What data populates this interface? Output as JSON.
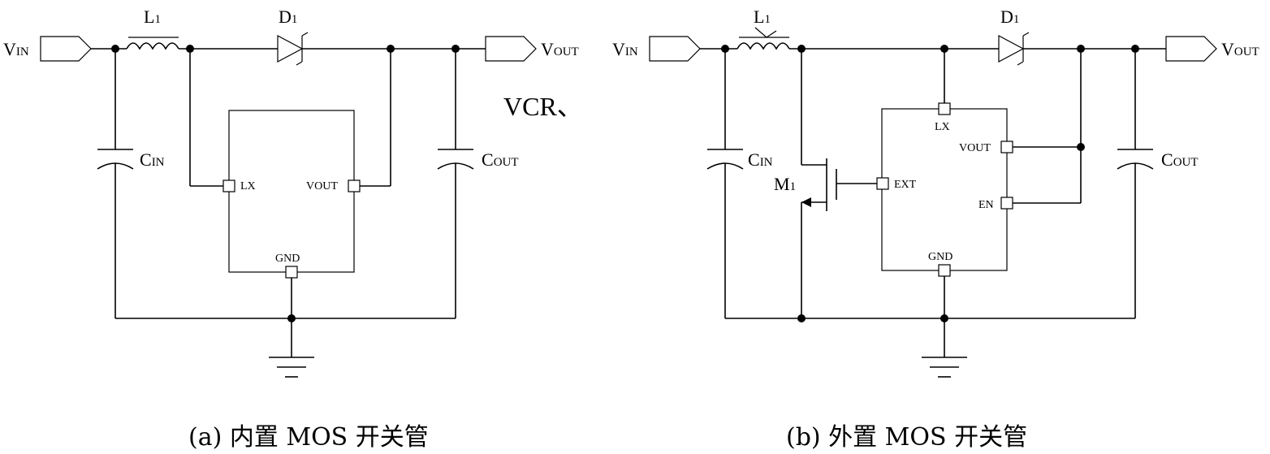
{
  "diagram_a": {
    "vin": {
      "main": "V",
      "sub": "IN"
    },
    "vout": {
      "main": "V",
      "sub": "OUT"
    },
    "inductor": {
      "main": "L",
      "sub": "1"
    },
    "diode": {
      "main": "D",
      "sub": "1"
    },
    "cin": {
      "main": "C",
      "sub": "IN"
    },
    "cout": {
      "main": "C",
      "sub": "OUT"
    },
    "pin_lx": "LX",
    "pin_vout": "VOUT",
    "pin_gnd": "GND",
    "caption": "(a)  内置 MOS 开关管"
  },
  "diagram_b": {
    "vin": {
      "main": "V",
      "sub": "IN"
    },
    "vout": {
      "main": "V",
      "sub": "OUT"
    },
    "inductor": {
      "main": "L",
      "sub": "1"
    },
    "diode": {
      "main": "D",
      "sub": "1"
    },
    "cin": {
      "main": "C",
      "sub": "IN"
    },
    "cout": {
      "main": "C",
      "sub": "OUT"
    },
    "mosfet": {
      "main": "M",
      "sub": "1"
    },
    "pin_lx": "LX",
    "pin_vout": "VOUT",
    "pin_en": "EN",
    "pin_ext": "EXT",
    "pin_gnd": "GND",
    "caption": "(b)  外置 MOS 开关管"
  },
  "stray_text": "VCR、"
}
